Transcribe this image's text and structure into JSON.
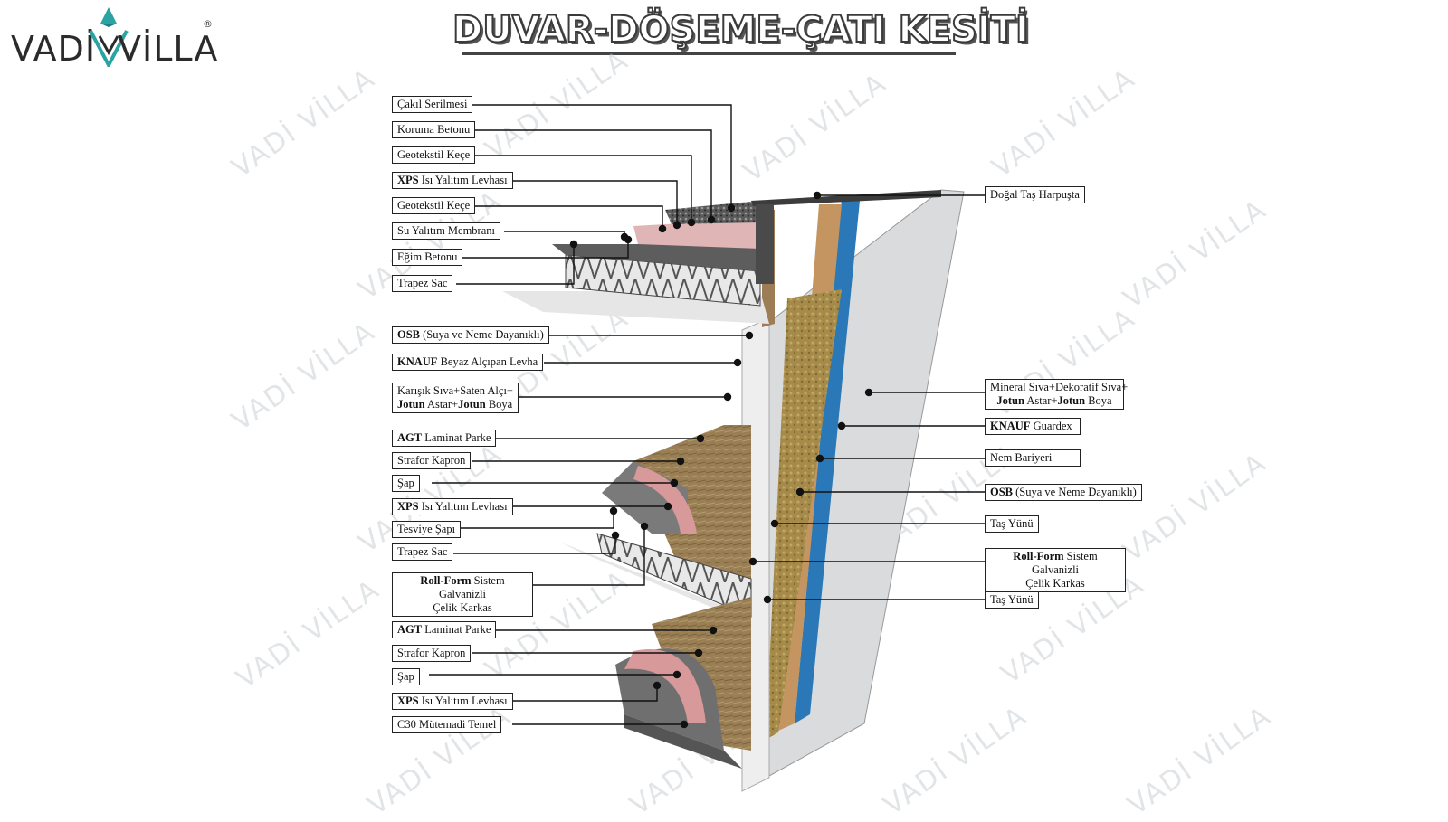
{
  "brand": {
    "left": "VADİ",
    "right": "VİLLA",
    "registered": "®",
    "color": "#2ba3a3"
  },
  "title": "DUVAR-DÖŞEME-ÇATI KESİTİ",
  "watermark": "VADİ VİLLA",
  "labels_left": [
    {
      "id": "cakil",
      "bold": "",
      "text": "Çakıl Serilmesi"
    },
    {
      "id": "koruma",
      "bold": "",
      "text": "Koruma Betonu"
    },
    {
      "id": "geotekstil1",
      "bold": "",
      "text": "Geotekstil Keçe"
    },
    {
      "id": "xps1",
      "bold": "XPS",
      "text": " Isı Yalıtım Levhası"
    },
    {
      "id": "geotekstil2",
      "bold": "",
      "text": "Geotekstil Keçe"
    },
    {
      "id": "su",
      "bold": "",
      "text": "Su Yalıtım Membranı"
    },
    {
      "id": "egim",
      "bold": "",
      "text": "Eğim Betonu"
    },
    {
      "id": "trapez1",
      "bold": "",
      "text": "Trapez Sac"
    },
    {
      "id": "osb1",
      "bold": "OSB",
      "text": " (Suya ve Neme Dayanıklı)"
    },
    {
      "id": "knauf1",
      "bold": "KNAUF",
      "text": "  Beyaz Alçıpan Levha"
    },
    {
      "id": "karisik",
      "line1": "Karışık Sıva+Saten Alçı+",
      "line2_bold1": "Jotun",
      "line2_mid": " Astar+",
      "line2_bold2": "Jotun",
      "line2_end": "  Boya"
    },
    {
      "id": "agt1",
      "bold": "AGT",
      "text": " Laminat Parke"
    },
    {
      "id": "strafor1",
      "bold": "",
      "text": "Strafor Kapron"
    },
    {
      "id": "sap1",
      "bold": "",
      "text": "Şap"
    },
    {
      "id": "xps2",
      "bold": "XPS",
      "text": " Isı Yalıtım Levhası"
    },
    {
      "id": "tesviye",
      "bold": "",
      "text": "Tesviye Şapı"
    },
    {
      "id": "trapez2",
      "bold": "",
      "text": "Trapez Sac"
    },
    {
      "id": "rollform1",
      "line1_bold": "Roll-Form",
      "line1": " Sistem Galvanizli",
      "line2": "Çelik Karkas"
    },
    {
      "id": "agt2",
      "bold": "AGT",
      "text": " Laminat Parke"
    },
    {
      "id": "strafor2",
      "bold": "",
      "text": "Strafor Kapron"
    },
    {
      "id": "sap2",
      "bold": "",
      "text": "Şap"
    },
    {
      "id": "xps3",
      "bold": "XPS",
      "text": " Isı Yalıtım Levhası"
    },
    {
      "id": "c30",
      "bold": "",
      "text": "C30 Mütemadi Temel"
    }
  ],
  "labels_right": [
    {
      "id": "dogal",
      "bold": "",
      "text": "Doğal Taş Harpuşta"
    },
    {
      "id": "mineral",
      "line1": "Mineral Sıva+Dekoratif Sıva+",
      "line2_bold1": "Jotun",
      "line2_mid": " Astar+",
      "line2_bold2": "Jotun",
      "line2_end": " Boya"
    },
    {
      "id": "knauf2",
      "bold": "KNAUF",
      "text": " Guardex"
    },
    {
      "id": "nem",
      "bold": "",
      "text": "Nem Bariyeri"
    },
    {
      "id": "osb2",
      "bold": "OSB",
      "text": " (Suya ve Neme Dayanıklı)"
    },
    {
      "id": "tasyunu1",
      "bold": "",
      "text": "Taş Yünü"
    },
    {
      "id": "rollform2",
      "line1_bold": "Roll-Form",
      "line1": " Sistem Galvanizli",
      "line2": "Çelik Karkas"
    },
    {
      "id": "tasyunu2",
      "bold": "",
      "text": "Taş Yünü"
    }
  ]
}
